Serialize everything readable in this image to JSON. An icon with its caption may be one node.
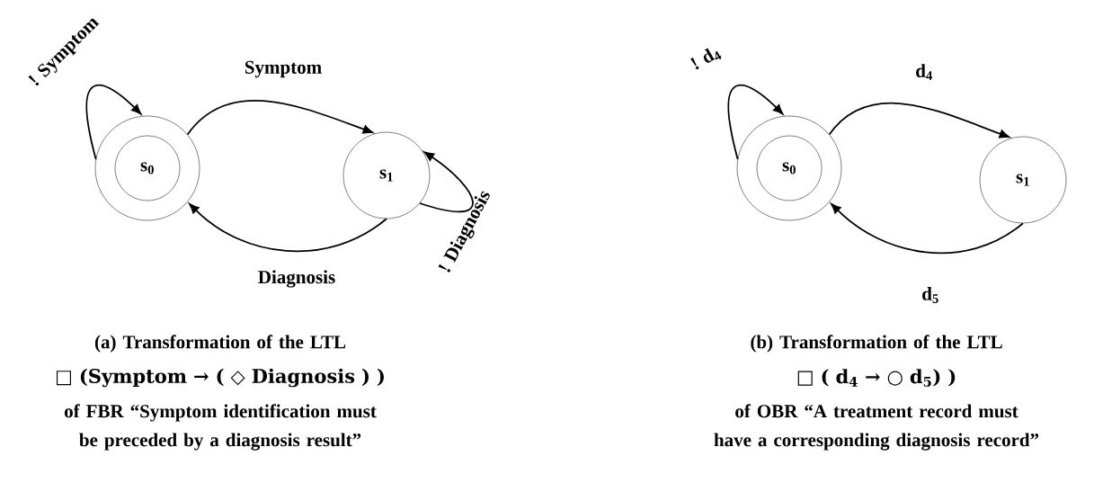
{
  "diagram": {
    "nodes": [
      {
        "text": [
          "s$_{0}$"
        ]
      },
      {
        "text": [
          "s$_{1}$"
        ]
      },
      {
        "text": [
          "s$_{0}$"
        ]
      },
      {
        "text": [
          "s$_{1}$"
        ]
      }
    ],
    "edges": [
      {
        "from": 0,
        "to": 0,
        "arrow": "to",
        "label": "! Symptom"
      },
      {
        "from": 0,
        "to": 1,
        "arrow": "to",
        "label": "Symptom"
      },
      {
        "from": 1,
        "to": 0,
        "arrow": "to",
        "label": "Diagnosis"
      },
      {
        "from": 1,
        "to": 1,
        "arrow": "to",
        "label": "! Diagnosis"
      },
      {
        "from": 2,
        "to": 2,
        "arrow": "to",
        "label": "! d$_{4}$"
      },
      {
        "from": 2,
        "to": 3,
        "arrow": "to",
        "label": "d$_{4}$"
      },
      {
        "from": 3,
        "to": 2,
        "arrow": "to",
        "label": "d$_{5}$"
      }
    ],
    "labels": [
      "(a) Transformation of the LTL",
      "□ (Symptom → ( ◇ Diagnosis ) )",
      "of FBR “Symptom identification must be preceded by a diagnosis result”",
      "(b) Transformation of the LTL",
      "□ ( d$_{4}$ → ○ d$_{5}$) )",
      "of OBR “A treatment record must have a corresponding diagnosis record”"
    ]
  }
}
